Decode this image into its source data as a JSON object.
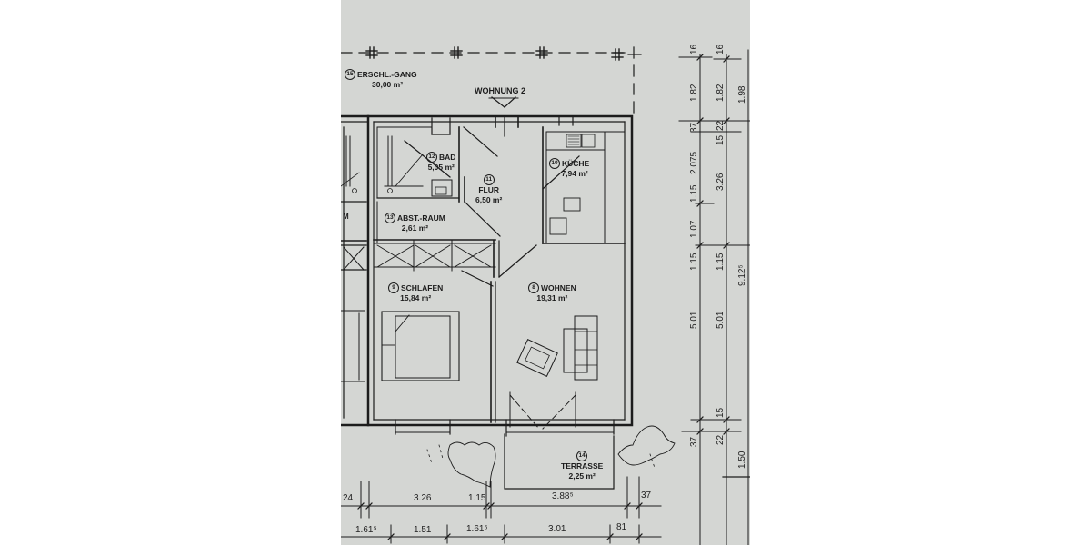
{
  "plan": {
    "unit_label": "WOHNUNG 2",
    "rooms": [
      {
        "num": "15",
        "name": "ERSCHL.-GANG",
        "area": "30,00 m²"
      },
      {
        "num": "12",
        "name": "BAD",
        "area": "5,05 m²"
      },
      {
        "num": "11",
        "name": "FLUR",
        "area": "6,50 m²"
      },
      {
        "num": "10",
        "name": "KÜCHE",
        "area": "7,94 m²"
      },
      {
        "num": "13",
        "name": "ABST.-RAUM",
        "area": "2,61 m²"
      },
      {
        "num": "9",
        "name": "SCHLAFEN",
        "area": "15,84 m²"
      },
      {
        "num": "8",
        "name": "WOHNEN",
        "area": "19,31 m²"
      },
      {
        "num": "14",
        "name": "TERRASSE",
        "area": "2,25 m²"
      }
    ],
    "left_fragment_label": "M",
    "dimensions_bottom_row1": [
      "24",
      "3.26",
      "1.15",
      "3.88⁵",
      "37"
    ],
    "dimensions_bottom_row2": [
      "1.61⁵",
      "1.51",
      "1.61⁵",
      "3.01",
      "81"
    ],
    "dimensions_right_col1": [
      "16",
      "1.82",
      "37",
      "2.075",
      "1.15",
      "1.07",
      "1.15",
      "5.01",
      "37"
    ],
    "dimensions_right_col2": [
      "16",
      "1.82",
      "22",
      "15",
      "3.26",
      "1.15",
      "5.01",
      "15",
      "22"
    ],
    "dimensions_right_col3": [
      "1.98",
      "9.12⁵",
      "1.50"
    ]
  }
}
